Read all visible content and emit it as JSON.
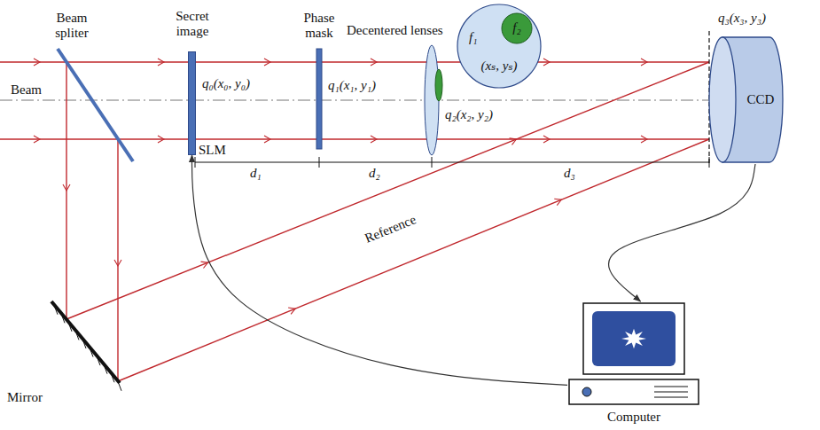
{
  "diagram": {
    "nodes": [
      {
        "text": [
          "CCD"
        ]
      },
      {
        "text": [
          "Computer"
        ]
      },
      {
        "text": [
          "Secret image",
          "SLM"
        ]
      },
      {
        "text": [
          "f₁",
          "(xₛ, yₛ)"
        ]
      },
      {
        "text": [
          "f₂"
        ],
        "in": 3
      }
    ],
    "edges": [
      {
        "from": 0,
        "to": 1,
        "arrow": "to"
      },
      {
        "from": 1,
        "to": 2,
        "arrow": "to"
      }
    ],
    "labels": [
      "Beam spliter",
      "Beam",
      "Phase mask",
      "Decentered lenses",
      "q₀(x₀, y₀)",
      "q₁(x₁, y₁)",
      "q₂(x₂, y₂)",
      "q₃(x₃, y₃)",
      "d₁",
      "d₂",
      "d₃",
      "Reference",
      "Mirror"
    ]
  }
}
